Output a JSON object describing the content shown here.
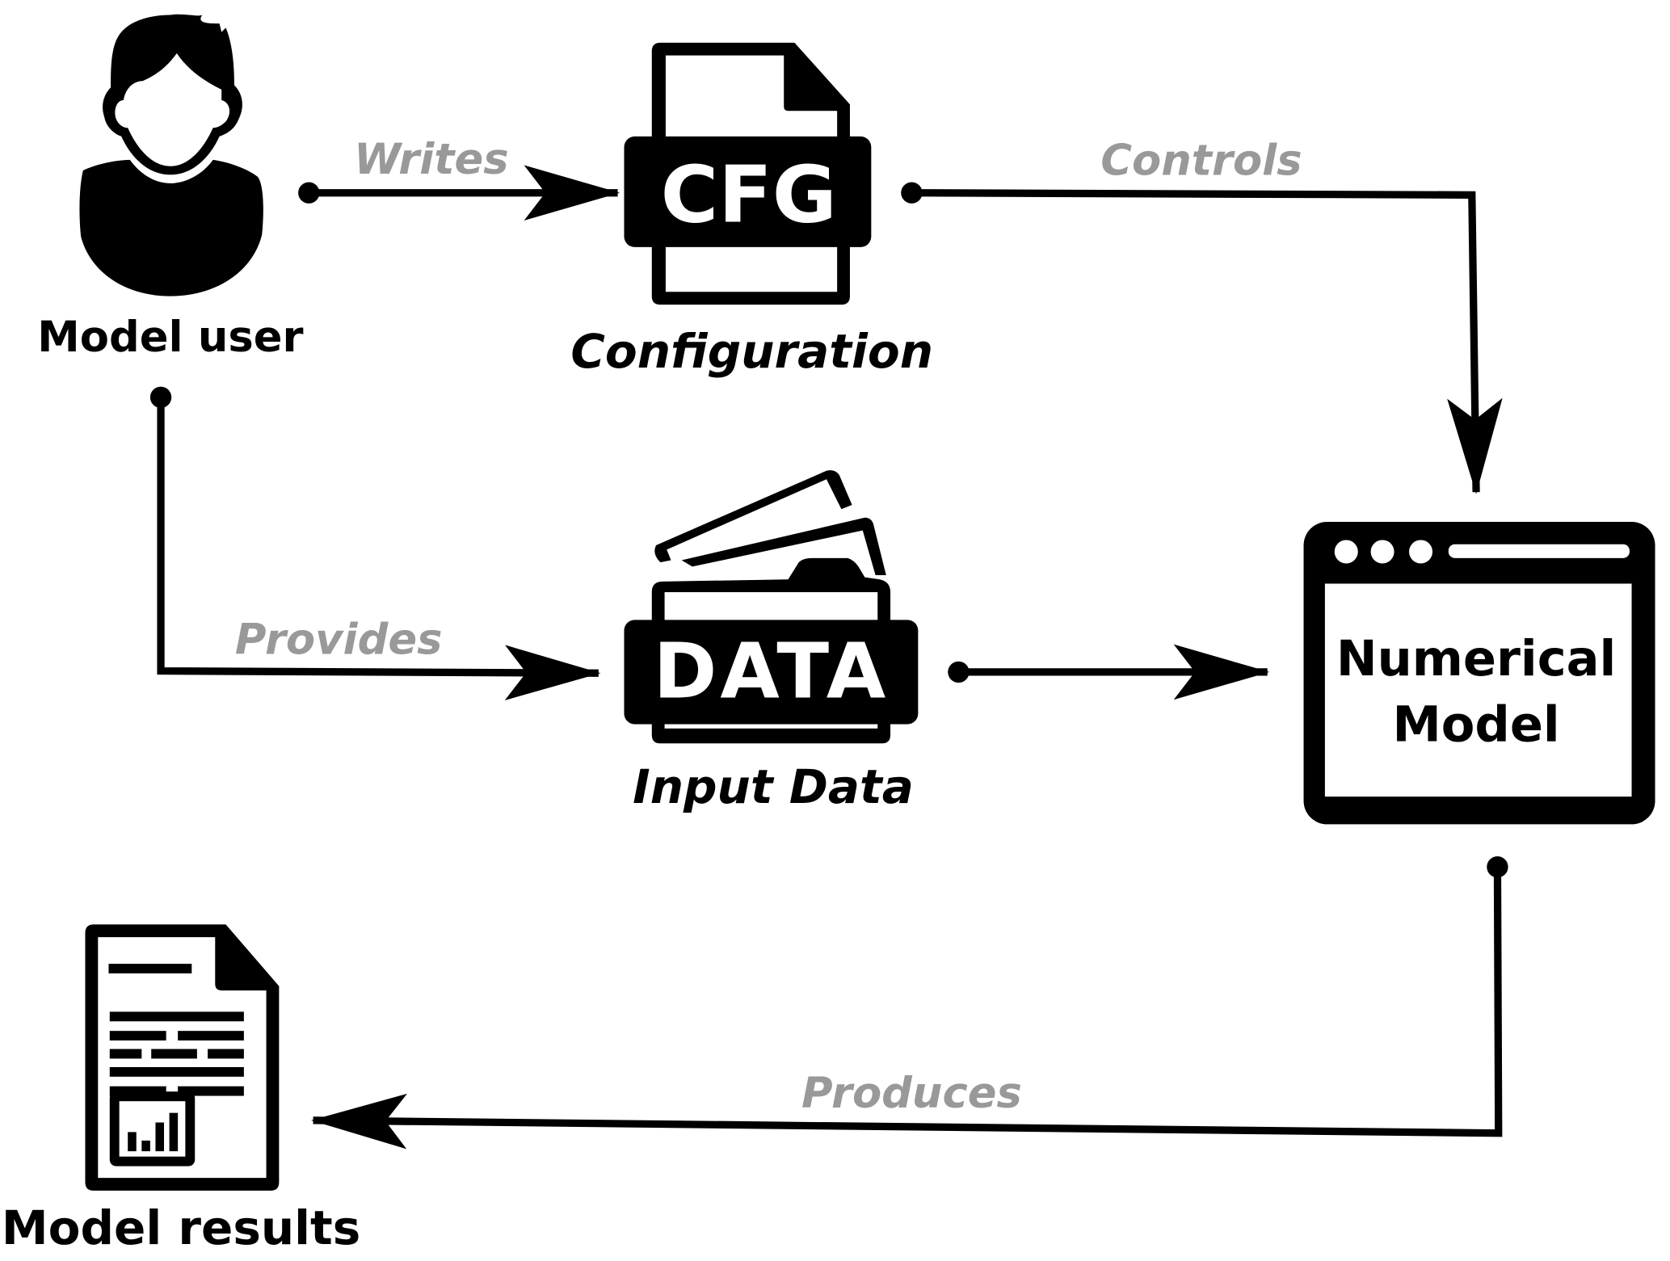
{
  "nodes": {
    "model_user": {
      "label": "Model user",
      "icon": "user-icon"
    },
    "configuration": {
      "label": "Configuration",
      "badge": "CFG",
      "icon": "config-file-icon"
    },
    "input_data": {
      "label": "Input Data",
      "badge": "DATA",
      "icon": "data-folder-icon"
    },
    "numerical_model": {
      "label_line1": "Numerical",
      "label_line2": "Model",
      "icon": "browser-window-icon"
    },
    "model_results": {
      "label": "Model results",
      "icon": "report-document-icon"
    }
  },
  "edges": [
    {
      "from": "Model user",
      "to": "Configuration",
      "label": "Writes"
    },
    {
      "from": "Configuration",
      "to": "Numerical Model",
      "label": "Controls"
    },
    {
      "from": "Model user",
      "to": "Input Data",
      "label": "Provides"
    },
    {
      "from": "Input Data",
      "to": "Numerical Model",
      "label": ""
    },
    {
      "from": "Numerical Model",
      "to": "Model results",
      "label": "Produces"
    }
  ],
  "colors": {
    "edge_label": "#999999",
    "ink": "#000000",
    "background": "#ffffff"
  }
}
